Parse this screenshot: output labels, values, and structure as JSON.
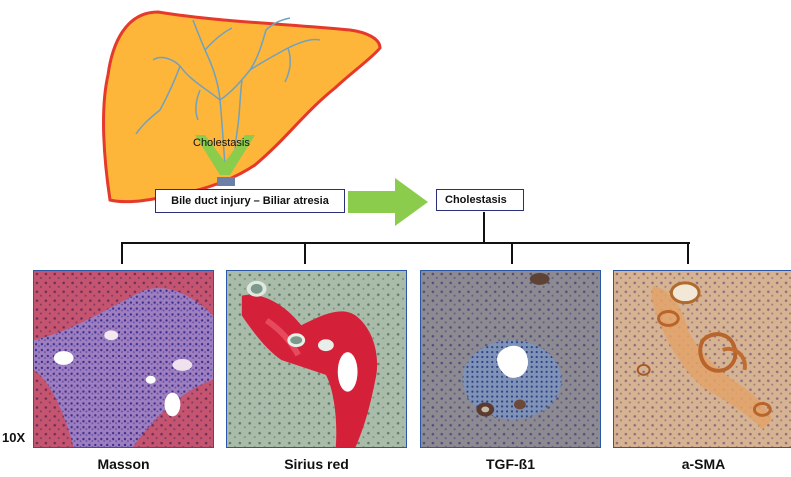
{
  "liver": {
    "label": "Cholestasis",
    "colors": {
      "fill": "#fdb53a",
      "outline": "#e5392b",
      "ducts": "#6fa2bf",
      "arrow": "#8bcc4d",
      "block": "#6b7fa8"
    }
  },
  "injury_box": {
    "label": "Bile duct injury – Biliar atresia"
  },
  "cholestasis_box": {
    "label": "Cholestasis"
  },
  "magnification": "10X",
  "panels": [
    {
      "caption": "Masson",
      "stain": "masson"
    },
    {
      "caption": "Sirius red",
      "stain": "sirius"
    },
    {
      "caption": "TGF-ß1",
      "stain": "tgf"
    },
    {
      "caption": "a-SMA",
      "stain": "sma"
    }
  ]
}
